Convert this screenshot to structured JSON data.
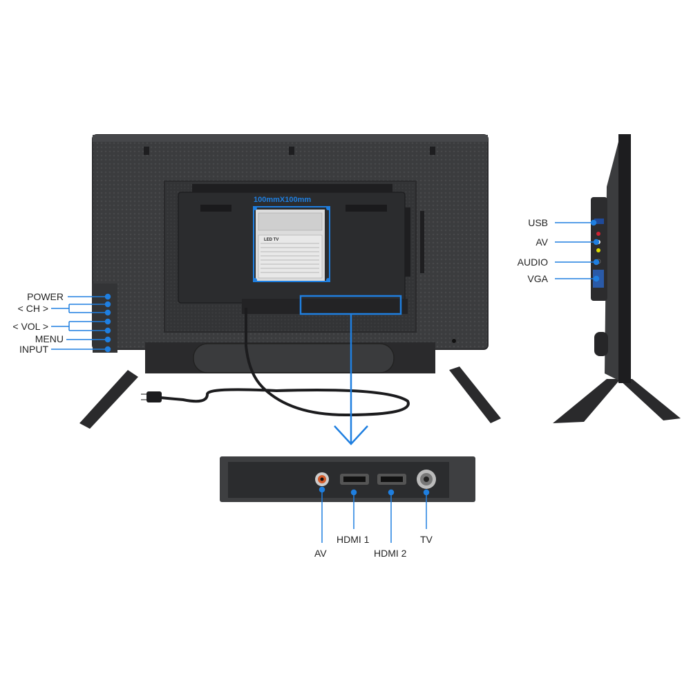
{
  "mount_label": "100mmX100mm",
  "plate_title": "LED TV",
  "left_controls": [
    "POWER",
    "< CH >",
    "< VOL >",
    "MENU",
    "INPUT"
  ],
  "side_ports": [
    "USB",
    "AV",
    "AUDIO",
    "VGA"
  ],
  "bottom_ports": [
    "AV",
    "HDMI 1",
    "HDMI 2",
    "TV"
  ],
  "colors": {
    "accent": "#1f7fe0",
    "body": "#3a3b3d",
    "panel": "#2b2c2e"
  }
}
